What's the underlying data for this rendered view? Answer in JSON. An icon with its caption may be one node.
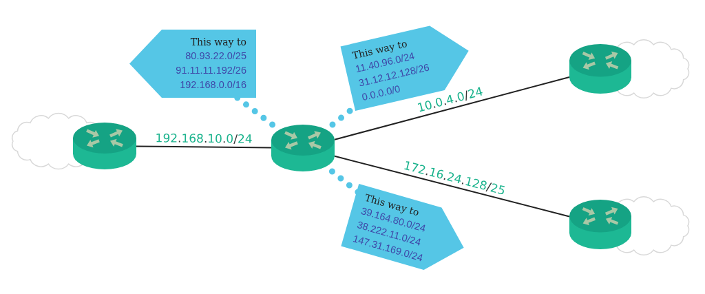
{
  "diagram": {
    "nodes": [
      {
        "text": [],
        "shape": "router"
      },
      {
        "text": [],
        "shape": "router"
      },
      {
        "text": [],
        "shape": "router"
      },
      {
        "text": [],
        "shape": "router"
      },
      {
        "text": [
          "This way to",
          "80.93.22.0/25",
          "91.11.11.192/26",
          "192.168.0.0/16"
        ]
      },
      {
        "text": [
          "This way to",
          "11.40.96.0/24",
          "31.12.12.128/26",
          "0.0.0.0/0"
        ]
      },
      {
        "text": [
          "This way to",
          "39.164.80.0/24",
          "38.222.11.0/24",
          "147.31.169.0/24"
        ]
      }
    ],
    "edges": [
      {
        "from": 0,
        "to": 1,
        "arrow": "none",
        "label": "192.168.10.0/24"
      },
      {
        "from": 1,
        "to": 2,
        "arrow": "none",
        "label": "10.0.4.0/24"
      },
      {
        "from": 1,
        "to": 3,
        "arrow": "none",
        "label": "172.16.24.128/25"
      },
      {
        "from": 1,
        "to": 4,
        "arrow": "none",
        "style": "dashed",
        "color": "#55c6e6"
      },
      {
        "from": 1,
        "to": 5,
        "arrow": "none",
        "style": "dashed",
        "color": "#55c6e6"
      },
      {
        "from": 1,
        "to": 6,
        "arrow": "none",
        "style": "dashed",
        "color": "#55c6e6"
      }
    ]
  }
}
